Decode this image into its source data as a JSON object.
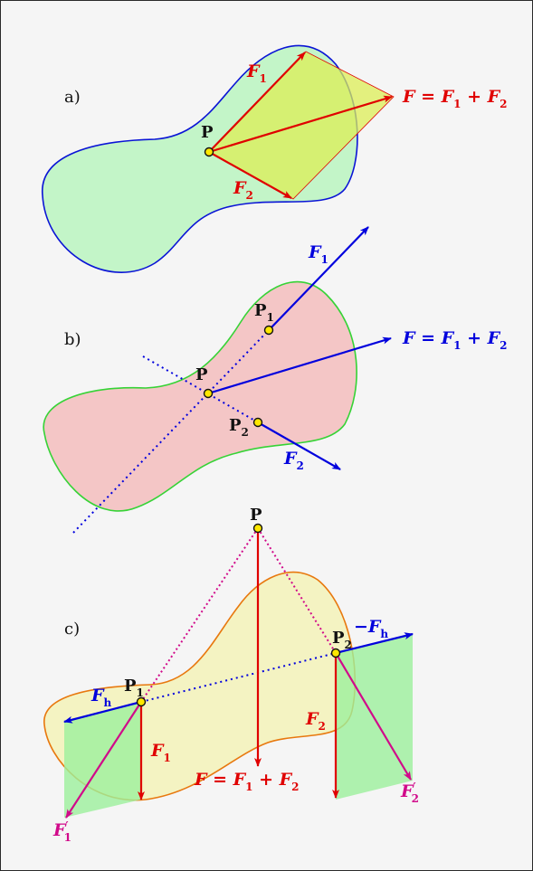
{
  "colors": {
    "red": "#e00000",
    "blue": "#0000dd",
    "magenta": "#d10a8a",
    "body_a_fill": "#c3f5c8",
    "body_a_stroke": "#0a14d6",
    "body_b_fill": "#f4c6c6",
    "body_b_stroke": "#36d336",
    "body_c_fill": "#f4f3c2",
    "body_c_stroke": "#e8780e",
    "parallelogram_fill": "#dcee55",
    "plane_fill": "#9cf09c",
    "point_fill": "#ffe800"
  },
  "panel_a": {
    "label": "a)",
    "point": "P",
    "f1": {
      "main": "F",
      "sub": "1"
    },
    "f2": {
      "main": "F",
      "sub": "2"
    },
    "resultant": {
      "lhs": "F",
      "eq": " = ",
      "t1": "F",
      "s1": "1",
      "plus": " + ",
      "t2": "F",
      "s2": "2"
    }
  },
  "panel_b": {
    "label": "b)",
    "point": "P",
    "p1": {
      "main": "P",
      "sub": "1"
    },
    "p2": {
      "main": "P",
      "sub": "2"
    },
    "f1": {
      "main": "F",
      "sub": "1"
    },
    "f2": {
      "main": "F",
      "sub": "2"
    },
    "resultant": {
      "lhs": "F",
      "eq": " = ",
      "t1": "F",
      "s1": "1",
      "plus": " + ",
      "t2": "F",
      "s2": "2"
    }
  },
  "panel_c": {
    "label": "c)",
    "point": "P",
    "p1": {
      "main": "P",
      "sub": "1"
    },
    "p2": {
      "main": "P",
      "sub": "2"
    },
    "fh": {
      "main": "F",
      "sub": "h"
    },
    "neg_fh": {
      "minus": "−",
      "main": "F",
      "sub": "h"
    },
    "f1": {
      "main": "F",
      "sub": "1"
    },
    "f2": {
      "main": "F",
      "sub": "2"
    },
    "f1p": {
      "main": "F",
      "sub": "1",
      "prime": "′"
    },
    "f2p": {
      "main": "F",
      "sub": "2",
      "prime": "′"
    },
    "resultant": {
      "lhs": "F",
      "eq": " = ",
      "t1": "F",
      "s1": "1",
      "plus": " + ",
      "t2": "F",
      "s2": "2"
    }
  }
}
